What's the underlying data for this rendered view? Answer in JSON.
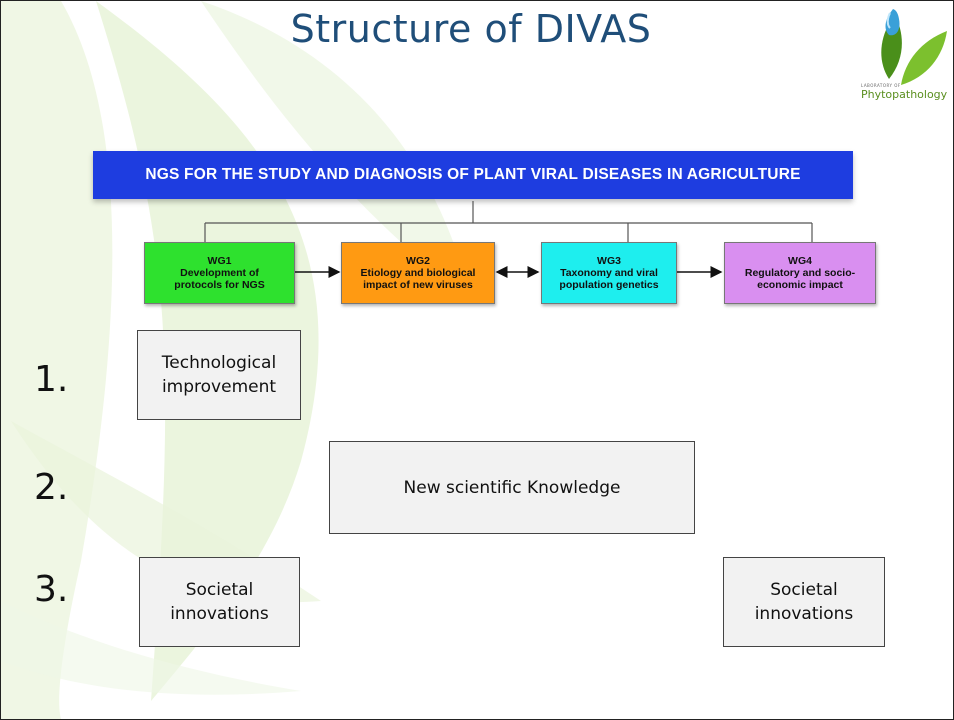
{
  "slide": {
    "title": "Structure of DIVAS",
    "logo": {
      "small_text": "LABORATORY OF",
      "main_text": "Phytopathology"
    }
  },
  "diagram": {
    "banner": "NGS FOR THE STUDY AND DIAGNOSIS OF PLANT VIRAL DISEASES IN AGRICULTURE",
    "working_groups": [
      {
        "id": "WG1",
        "lines": [
          "Development of",
          "protocols for NGS"
        ],
        "color": "#2ee12e"
      },
      {
        "id": "WG2",
        "lines": [
          "Etiology and biological",
          "impact of new viruses"
        ],
        "color": "#ff9a12"
      },
      {
        "id": "WG3",
        "lines": [
          "Taxonomy and viral",
          "population genetics"
        ],
        "color": "#1eeeee"
      },
      {
        "id": "WG4",
        "lines": [
          "Regulatory and socio-",
          "economic impact"
        ],
        "color": "#d98ff0"
      }
    ],
    "banner_color": "#1e3de0"
  },
  "outcomes": {
    "numbers": [
      "1.",
      "2.",
      "3."
    ],
    "boxes": [
      {
        "lines": [
          "Technological",
          "improvement"
        ]
      },
      {
        "lines": [
          "New scientific Knowledge"
        ]
      },
      {
        "lines": [
          "Societal",
          "innovations"
        ]
      },
      {
        "lines": [
          "Societal",
          "innovations"
        ]
      }
    ]
  }
}
